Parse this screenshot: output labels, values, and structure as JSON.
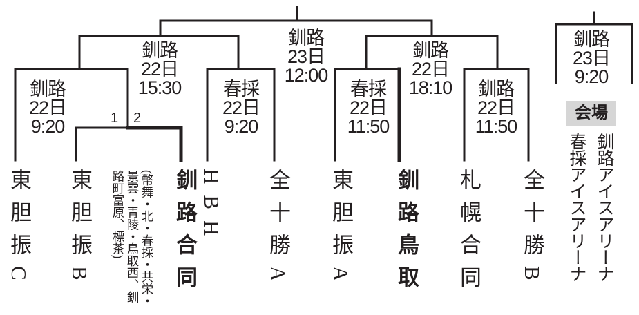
{
  "matches": {
    "r1_left": {
      "venue": "釧路",
      "date": "22日",
      "time": "9:20"
    },
    "semi_left": {
      "venue": "釧路",
      "date": "22日",
      "time": "15:30"
    },
    "r1_hbh": {
      "venue": "春採",
      "date": "22日",
      "time": "9:20"
    },
    "final": {
      "venue": "釧路",
      "date": "23日",
      "time": "12:00"
    },
    "r1_tottori": {
      "venue": "春採",
      "date": "22日",
      "time": "11:50"
    },
    "semi_right": {
      "venue": "釧路",
      "date": "22日",
      "time": "18:10"
    },
    "r1_sapporo": {
      "venue": "釧路",
      "date": "22日",
      "time": "11:50"
    },
    "extra": {
      "venue": "釧路",
      "date": "23日",
      "time": "9:20"
    }
  },
  "seeds": {
    "one": "1",
    "two": "2"
  },
  "teams": [
    {
      "name": "東胆振C",
      "bold": false
    },
    {
      "name": "東胆振B",
      "bold": false
    },
    {
      "name": "釧路合同",
      "bold": true
    },
    {
      "name": "HBH",
      "bold": false
    },
    {
      "name": "全十勝A",
      "bold": false
    },
    {
      "name": "東胆振A",
      "bold": false
    },
    {
      "name": "釧路鳥取",
      "bold": true
    },
    {
      "name": "札幌合同",
      "bold": true
    },
    {
      "name": "全十勝B",
      "bold": false
    }
  ],
  "kushiro_joint_note": "(幣舞・北・春採・共栄・景雲・青陵・鳥取西、釧路町富原、標茶)",
  "venues": {
    "heading": "会場",
    "list": [
      "釧路アイスアリーナ",
      "春採アイスアリーナ"
    ]
  }
}
